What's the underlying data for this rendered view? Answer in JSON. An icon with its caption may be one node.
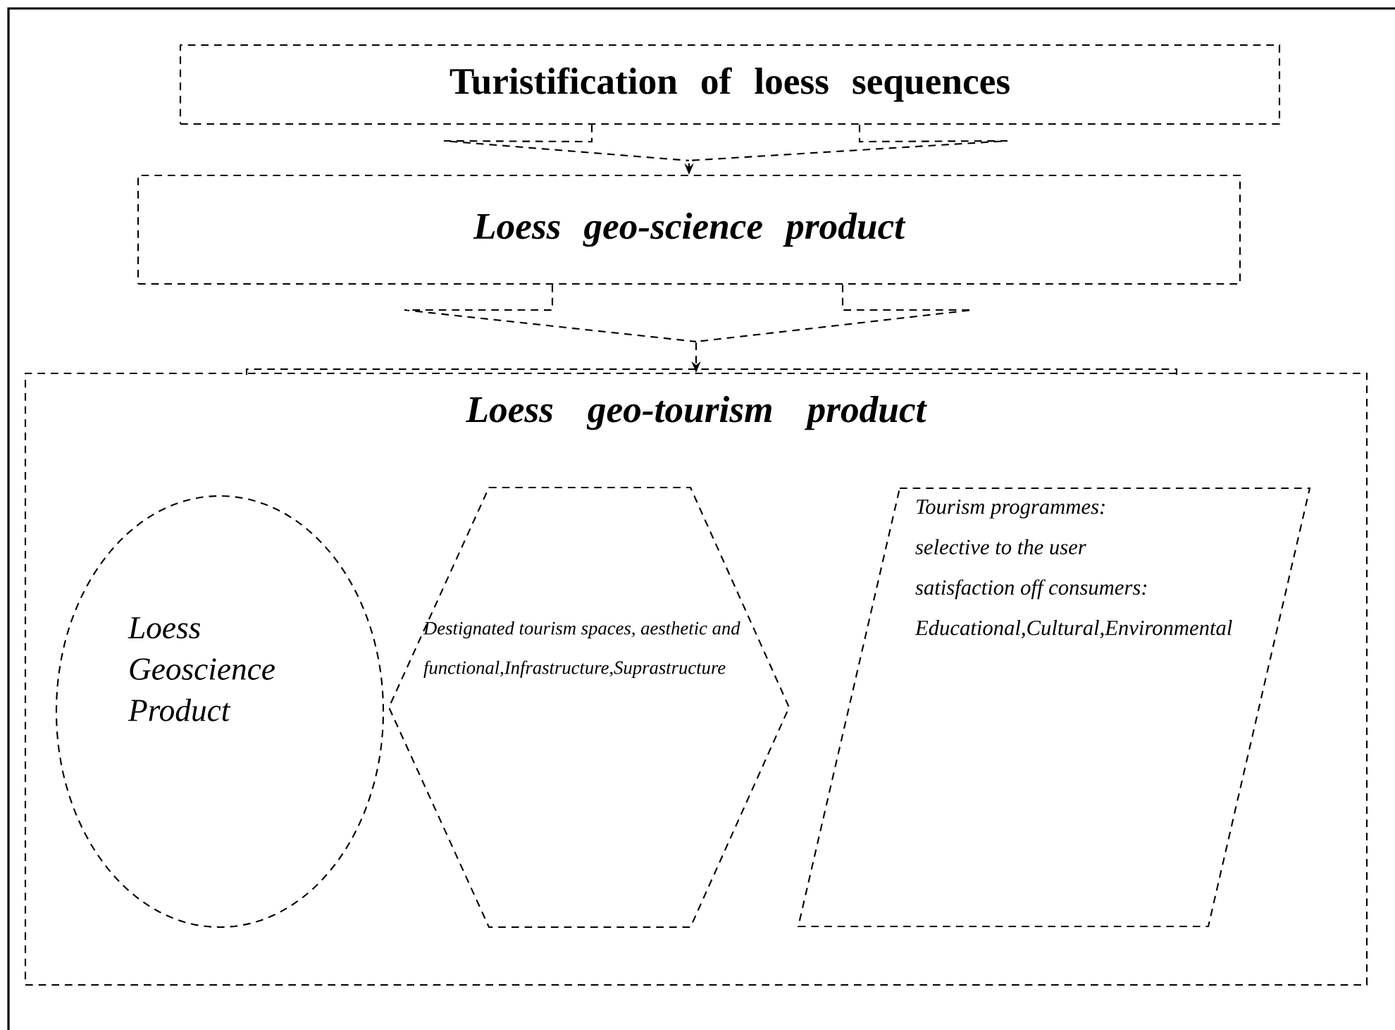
{
  "diagram": {
    "nodes": [
      {
        "text": [
          "Turistification of loess sequences"
        ]
      },
      {
        "text": [
          "Loess geo-science product"
        ]
      },
      {
        "text": [
          "Loess geo-tourism product"
        ]
      },
      {
        "text": [
          "Loess Geoscience Product"
        ],
        "in": 2
      },
      {
        "text": [
          "Destignated tourism spaces, aesthetic and functional,Infrastructure,Suprastructure"
        ],
        "in": 2
      },
      {
        "text": [
          "Tourism programmes: selective to the user satisfaction off consumers:Educational,Cultural,Environmental"
        ],
        "in": 2
      }
    ],
    "edges": [
      {
        "from": 0,
        "to": 1,
        "arrow": "to"
      },
      {
        "from": 1,
        "to": 2,
        "arrow": "to"
      }
    ]
  }
}
